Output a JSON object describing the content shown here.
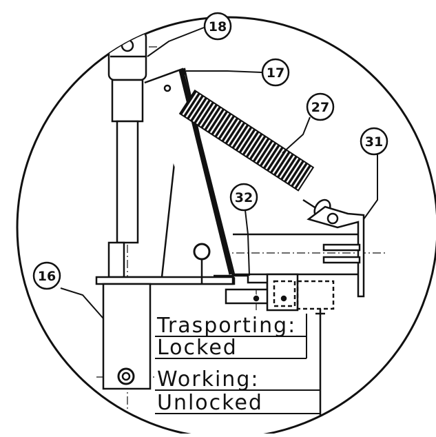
{
  "callouts": {
    "c16": "16",
    "c17": "17",
    "c18": "18",
    "c27": "27",
    "c31": "31",
    "c32": "32"
  },
  "states": {
    "transporting": "Trasporting:",
    "locked": "Locked",
    "working": "Working:",
    "unlocked": "Unlocked"
  },
  "colors": {
    "ink": "#111111",
    "paper": "#ffffff"
  }
}
